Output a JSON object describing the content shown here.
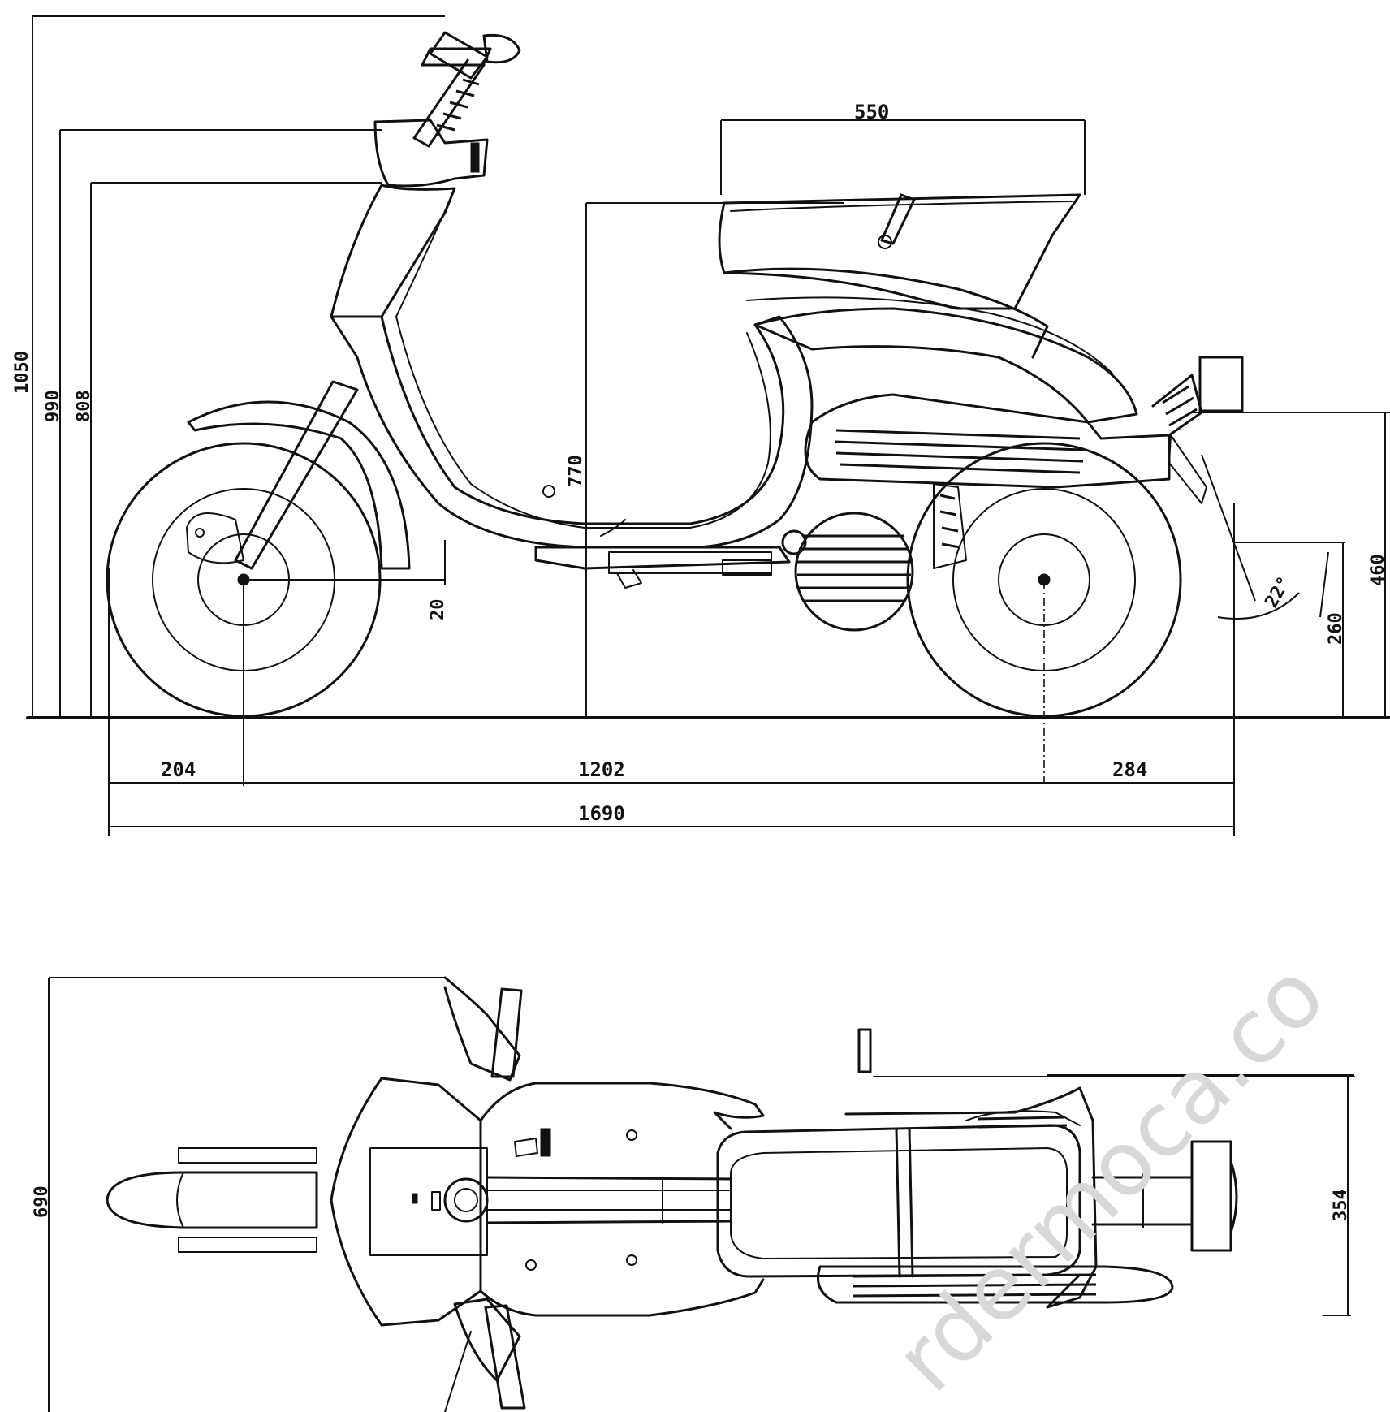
{
  "side_view": {
    "dim_overall_height": "1050",
    "dim_mirror_height": "990",
    "dim_handlebar_height": "808",
    "dim_seat_height": "770",
    "dim_seat_length": "550",
    "dim_front_overhang": "204",
    "dim_wheelbase": "1202",
    "dim_rear_overhang": "284",
    "dim_overall_length": "1690",
    "dim_ground_clearance": "20",
    "dim_rear_rack_height": "460",
    "dim_rear_height": "260",
    "dim_departure_angle": "22°"
  },
  "top_view": {
    "dim_overall_width": "690",
    "dim_rear_width": "354"
  },
  "watermark": "rdermoca.co"
}
